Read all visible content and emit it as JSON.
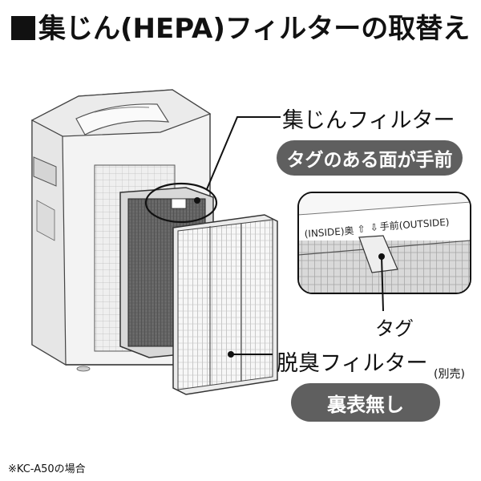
{
  "heading": "集じん(HEPA)フィルターの取替え",
  "labels": {
    "hepa_filter": "集じんフィルター",
    "tag_side": "タグのある面が手前",
    "tag": "タグ",
    "deodorizing_filter": "脱臭フィルター",
    "sold_separately": "(別売)",
    "no_front_back": "裏表無し"
  },
  "inset": {
    "inside_label": "(INSIDE)奥",
    "outside_label": "手前(OUTSIDE)",
    "arrow_up": "⇧",
    "arrow_down": "⇩"
  },
  "note": "※KC-A50の場合",
  "colors": {
    "pill_bg": "#5f5f5f",
    "outline": "#333333",
    "body_fill": "#f3f3f3"
  }
}
